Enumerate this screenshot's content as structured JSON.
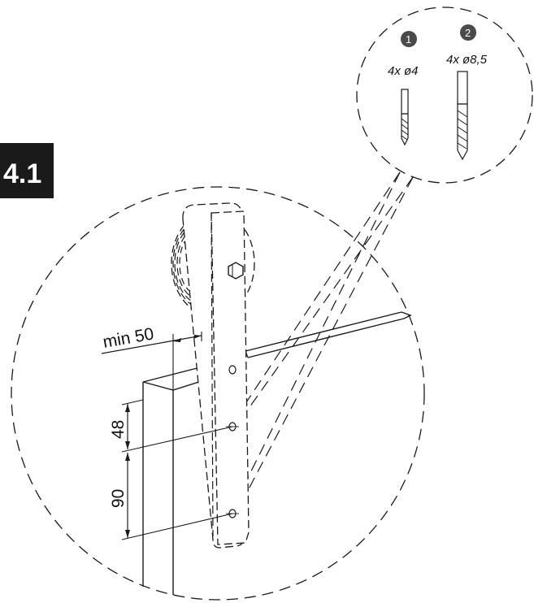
{
  "step": {
    "number": "4.1",
    "badge_color": "#1a1a1a"
  },
  "drills": [
    {
      "index": "1",
      "label": "4x ø4"
    },
    {
      "index": "2",
      "label": "4x ø8,5"
    }
  ],
  "dimensions": {
    "min_offset": "min 50",
    "first_spacing": "48",
    "second_spacing": "90"
  },
  "colors": {
    "line": "#1a1a1a",
    "numbered_circle": "#4a4a4a",
    "background": "#ffffff"
  }
}
